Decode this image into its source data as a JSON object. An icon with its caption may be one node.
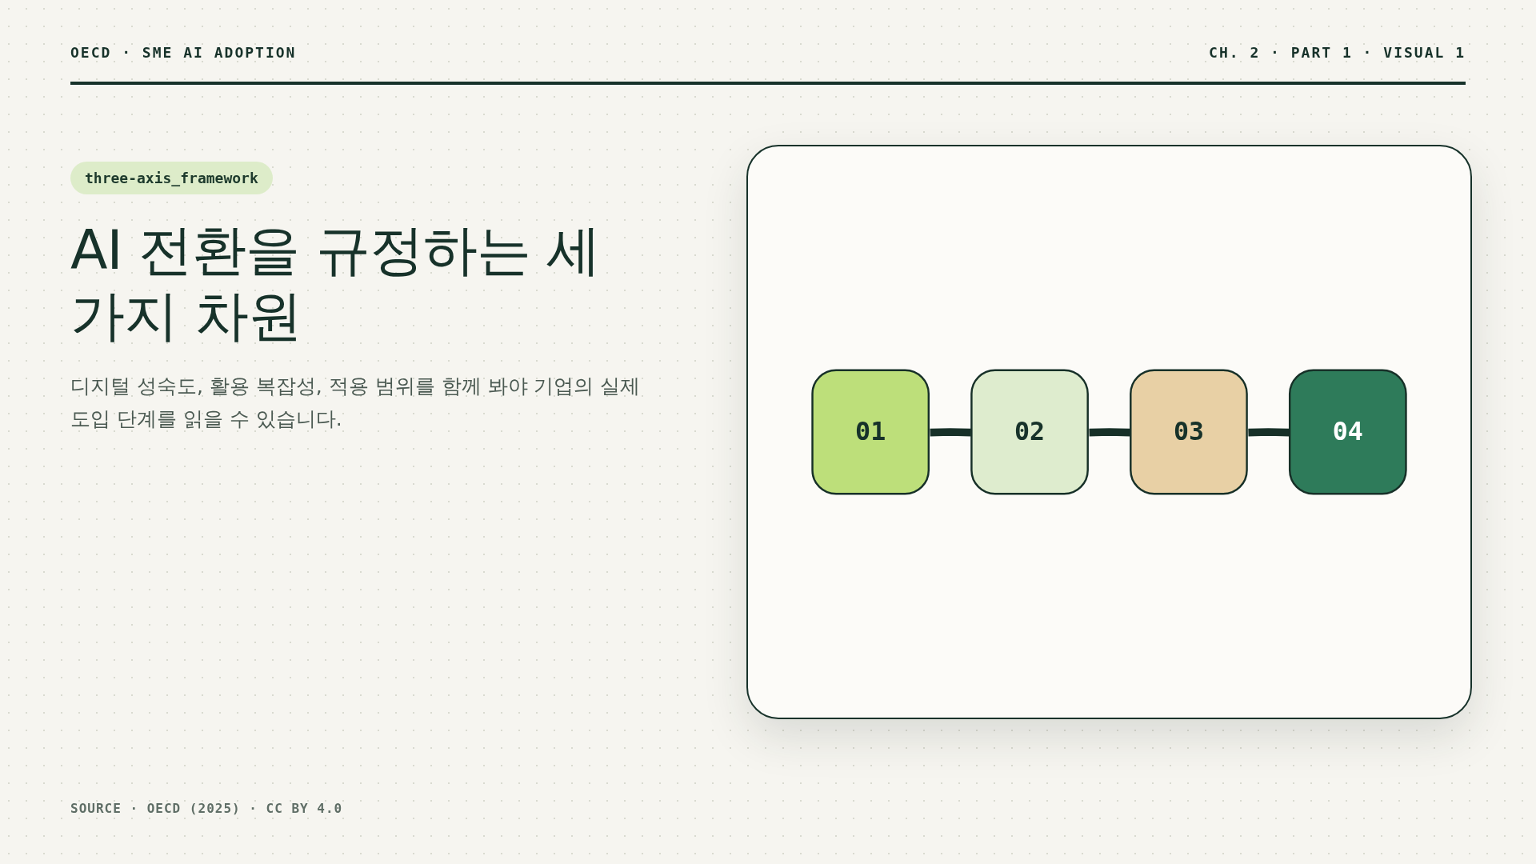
{
  "diagram": {
    "title": "AI 전환을 규정하는 세 가지 차원",
    "nodes": [
      {
        "text": [
          "01"
        ]
      },
      {
        "text": [
          "02"
        ]
      },
      {
        "text": [
          "03"
        ]
      },
      {
        "text": [
          "04"
        ]
      }
    ],
    "edges": [
      {
        "from": 0,
        "to": 1,
        "arrow": "none"
      },
      {
        "from": 1,
        "to": 2,
        "arrow": "none"
      },
      {
        "from": 2,
        "to": 3,
        "arrow": "none"
      }
    ],
    "labels": [
      "OECD · SME AI ADOPTION",
      "CH. 2 · PART 1 · VISUAL 1",
      "three-axis_framework",
      "디지털 성숙도, 활용 복잡성, 적용 범위를 함께 봐야 기업의 실제 도입 단계를 읽을 수 있습니다.",
      "SOURCE · OECD (2025) · CC BY 4.0"
    ]
  }
}
